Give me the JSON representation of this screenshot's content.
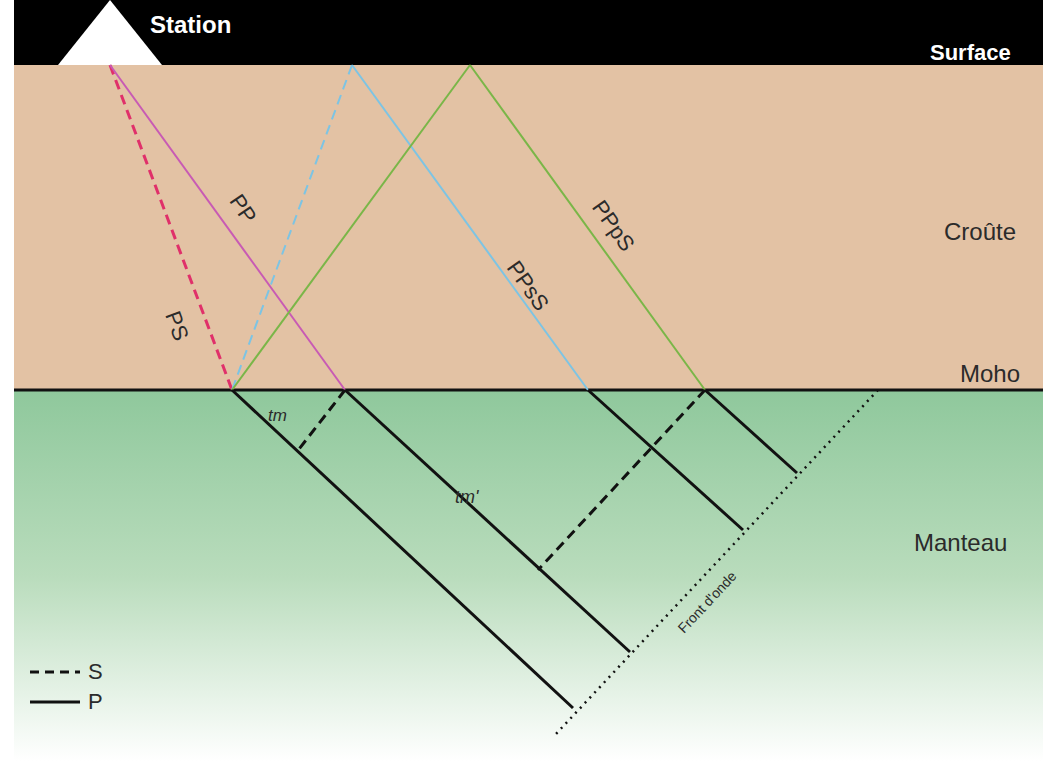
{
  "diagram": {
    "nodes": [
      {
        "text": [
          "Station"
        ]
      },
      {
        "text": [
          "Croûte"
        ]
      },
      {
        "text": [
          "Manteau"
        ]
      }
    ],
    "labels": [
      "Surface",
      "Moho",
      "PP",
      "PS",
      "PPsS",
      "PPpS",
      "tm",
      "tm'",
      "Front d'onde"
    ],
    "legend": [
      {
        "text": "S"
      },
      {
        "text": "P"
      }
    ]
  }
}
